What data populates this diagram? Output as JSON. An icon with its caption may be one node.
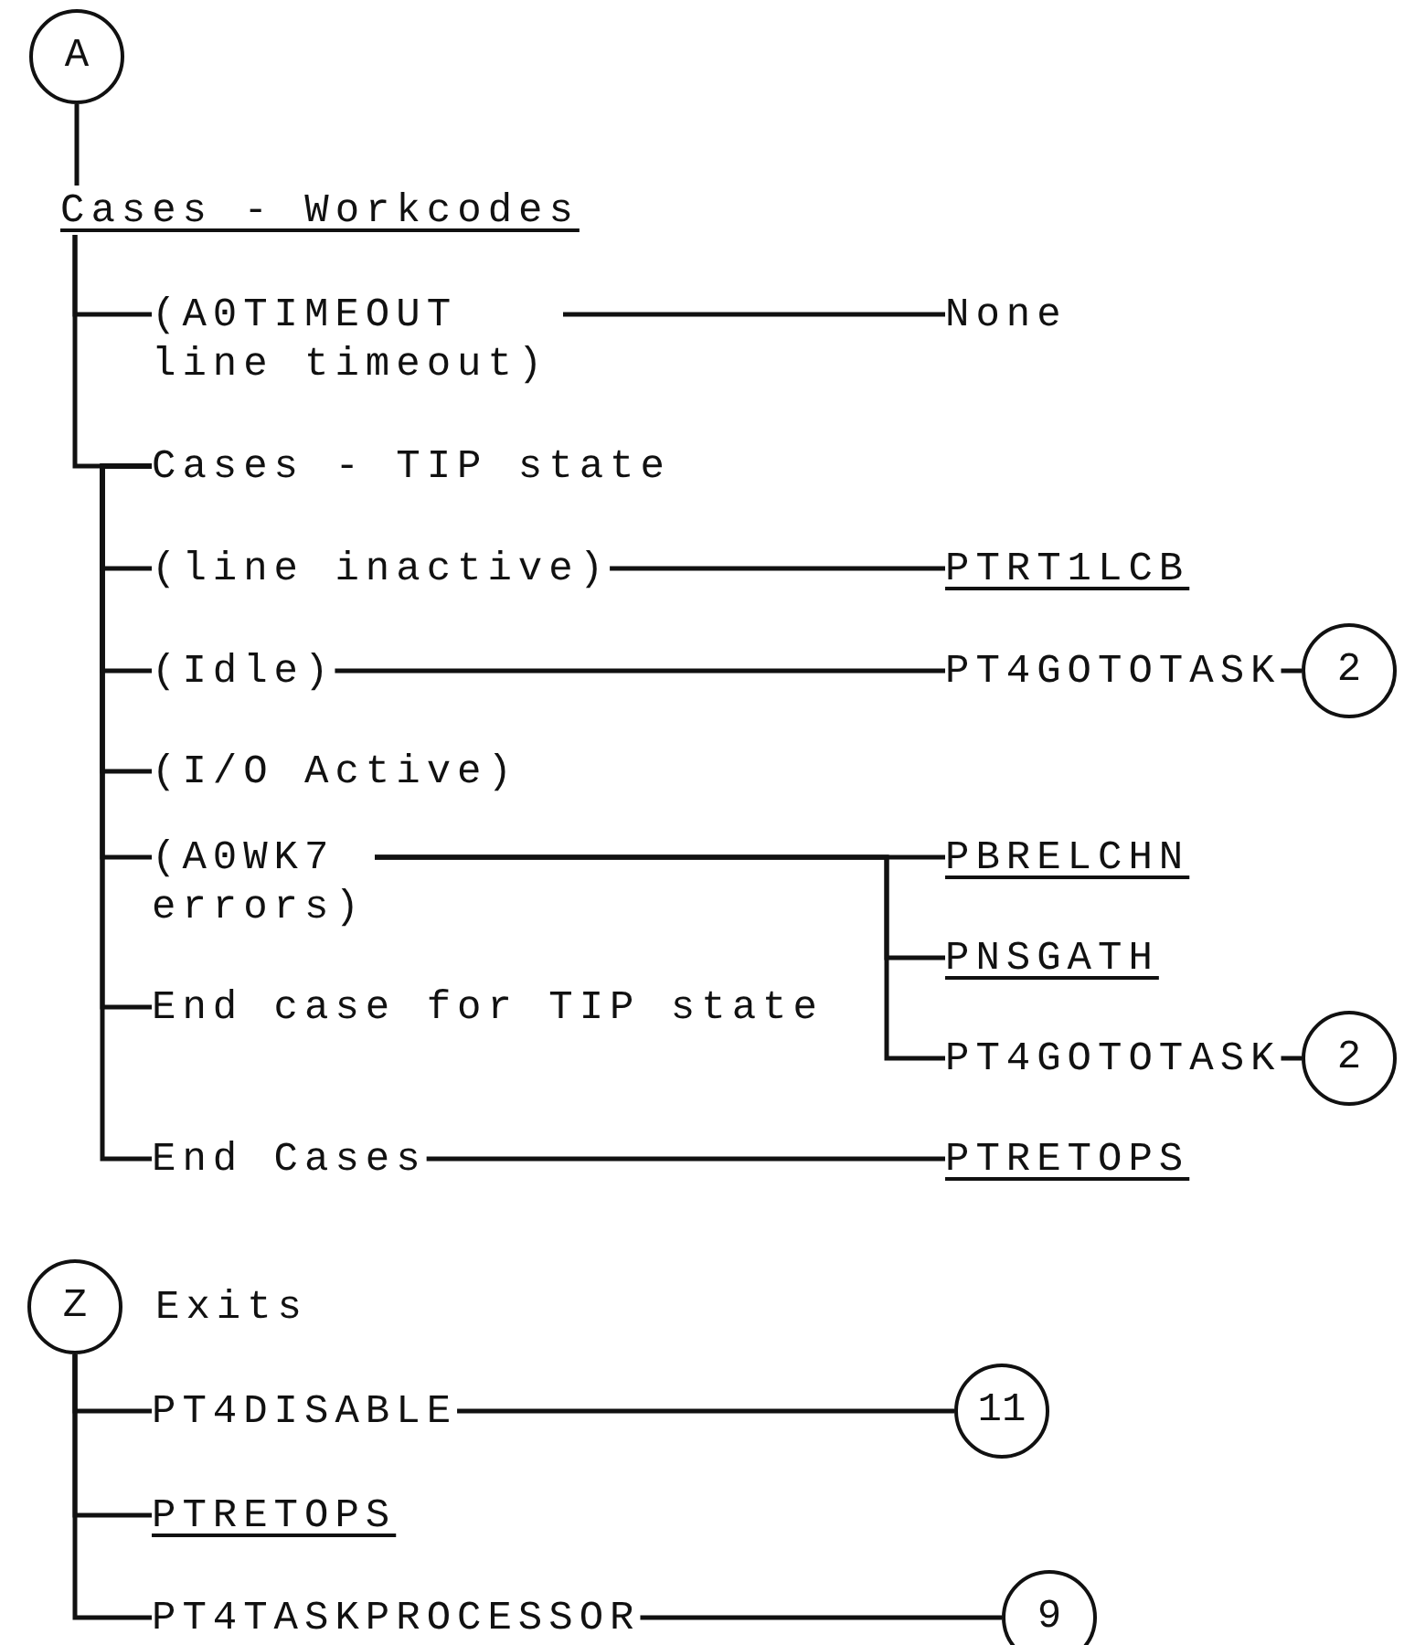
{
  "diagram": {
    "nodes": [
      {
        "text": [
          "A"
        ]
      },
      {
        "text": [
          "Cases - Workcodes"
        ]
      },
      {
        "text": [
          "(A0TIMEOUT line timeout)"
        ]
      },
      {
        "text": [
          "None"
        ]
      },
      {
        "text": [
          "Cases - TIP state"
        ]
      },
      {
        "text": [
          "(line inactive)"
        ]
      },
      {
        "text": [
          "PTRT1LCB"
        ]
      },
      {
        "text": [
          "(Idle)"
        ]
      },
      {
        "text": [
          "PT4GOTOTASK"
        ]
      },
      {
        "text": [
          "2"
        ]
      },
      {
        "text": [
          "(I/O Active)"
        ]
      },
      {
        "text": [
          "(A0WK7 errors)"
        ]
      },
      {
        "text": [
          "PBRELCHN"
        ]
      },
      {
        "text": [
          "PNSGATH"
        ]
      },
      {
        "text": [
          "PT4GOTOTASK"
        ]
      },
      {
        "text": [
          "2"
        ]
      },
      {
        "text": [
          "End case for TIP state"
        ]
      },
      {
        "text": [
          "End Cases"
        ]
      },
      {
        "text": [
          "PTRETOPS"
        ]
      },
      {
        "text": [
          "Z"
        ],
        "beside": [
          "Exits"
        ]
      },
      {
        "text": [
          "PT4DISABLE"
        ]
      },
      {
        "text": [
          "11"
        ]
      },
      {
        "text": [
          "PTRETOPS"
        ]
      },
      {
        "text": [
          "PT4TASKPROCESSOR"
        ]
      },
      {
        "text": [
          "9"
        ]
      }
    ],
    "edges": [
      {
        "from": 0,
        "to": 1,
        "arrow": "none"
      },
      {
        "from": 1,
        "to": 2,
        "arrow": "none"
      },
      {
        "from": 1,
        "to": 4,
        "arrow": "none"
      },
      {
        "from": 2,
        "to": 3,
        "arrow": "none"
      },
      {
        "from": 4,
        "to": 5,
        "arrow": "none"
      },
      {
        "from": 4,
        "to": 7,
        "arrow": "none"
      },
      {
        "from": 4,
        "to": 10,
        "arrow": "none"
      },
      {
        "from": 4,
        "to": 11,
        "arrow": "none"
      },
      {
        "from": 4,
        "to": 16,
        "arrow": "none"
      },
      {
        "from": 4,
        "to": 17,
        "arrow": "none"
      },
      {
        "from": 5,
        "to": 6,
        "arrow": "none"
      },
      {
        "from": 7,
        "to": 8,
        "arrow": "none"
      },
      {
        "from": 8,
        "to": 9,
        "arrow": "none"
      },
      {
        "from": 11,
        "to": 12,
        "arrow": "none"
      },
      {
        "from": 11,
        "to": 13,
        "arrow": "none"
      },
      {
        "from": 11,
        "to": 14,
        "arrow": "none"
      },
      {
        "from": 14,
        "to": 15,
        "arrow": "none"
      },
      {
        "from": 17,
        "to": 18,
        "arrow": "none"
      },
      {
        "from": 19,
        "to": 20,
        "arrow": "none"
      },
      {
        "from": 19,
        "to": 22,
        "arrow": "none"
      },
      {
        "from": 19,
        "to": 23,
        "arrow": "none"
      },
      {
        "from": 20,
        "to": 21,
        "arrow": "none"
      },
      {
        "from": 23,
        "to": 24,
        "arrow": "none"
      }
    ]
  }
}
